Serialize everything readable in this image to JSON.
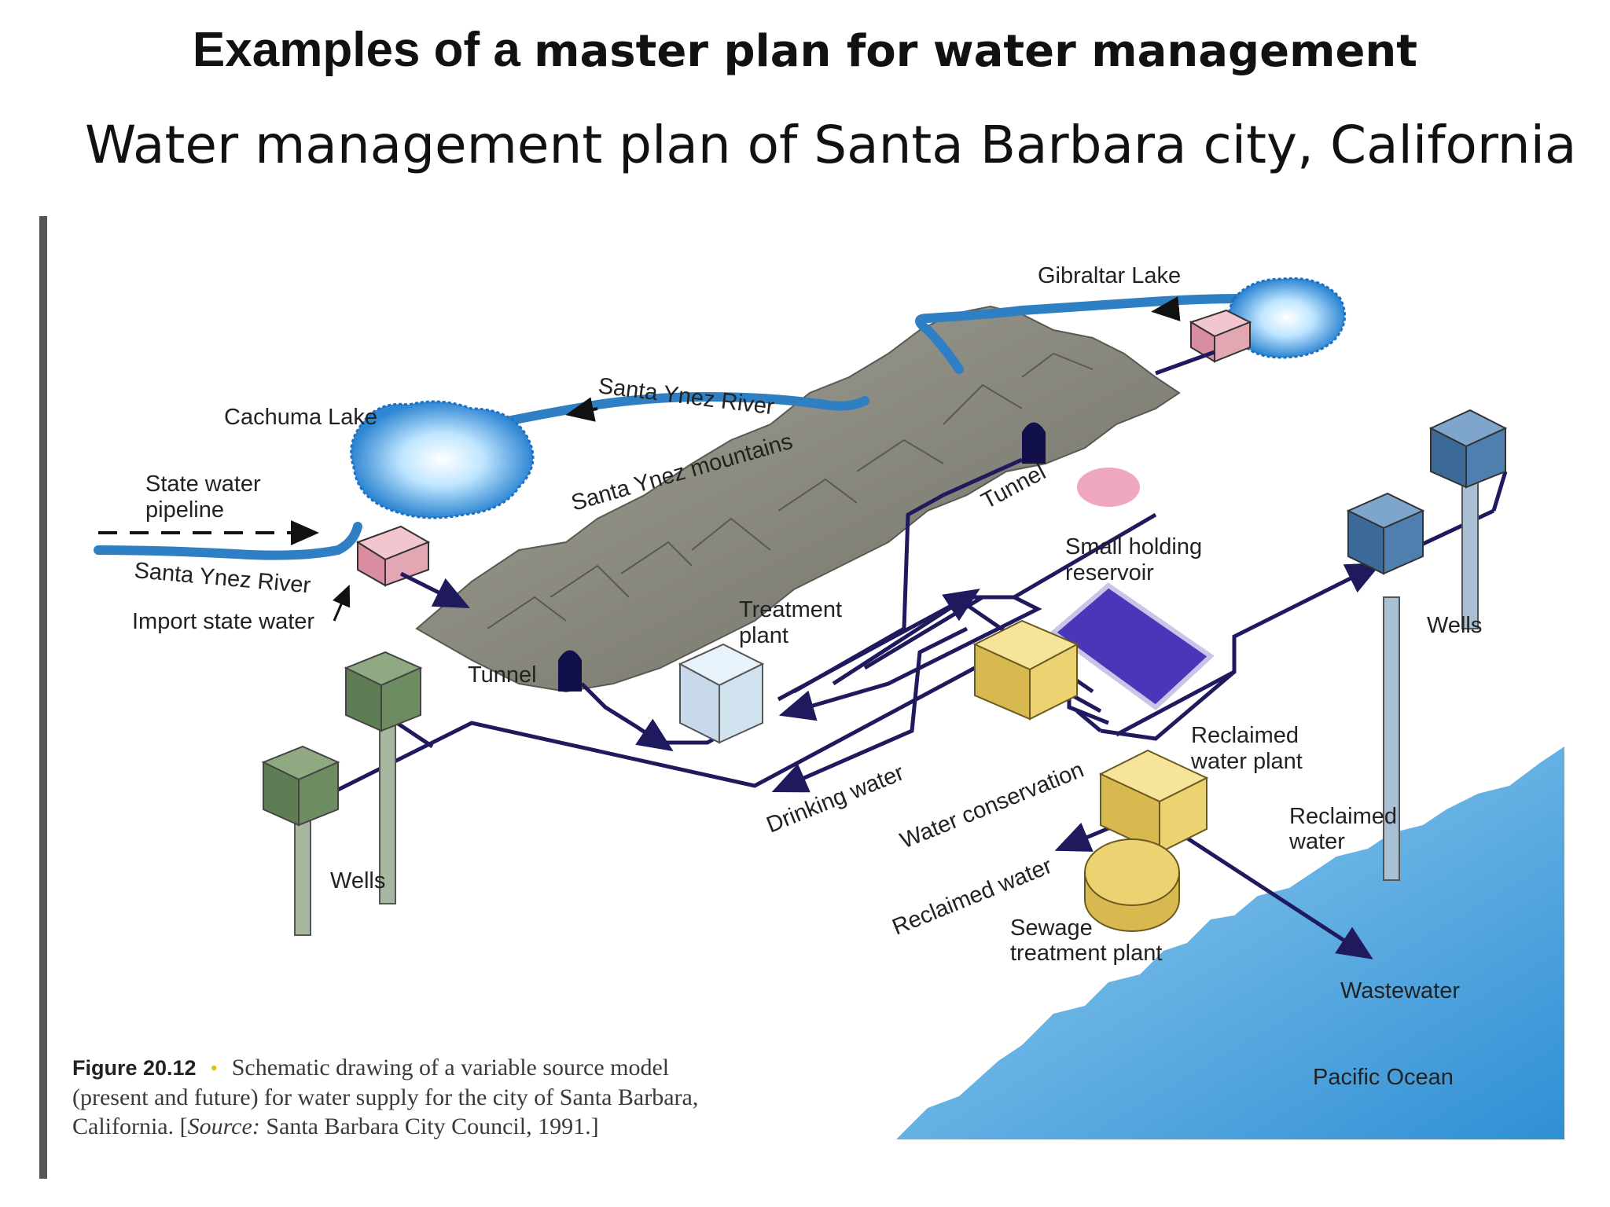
{
  "title": {
    "part1": "Examples of a",
    "part2": "master plan for water management"
  },
  "subtitle": "Water management  plan of Santa Barbara city, California",
  "labels": {
    "gibraltar_lake": "Gibraltar Lake",
    "cachuma_lake": "Cachuma Lake",
    "santa_ynez_river_top": "Santa Ynez River",
    "santa_ynez_mountains": "Santa Ynez mountains",
    "state_water_pipeline_1": "State water",
    "state_water_pipeline_2": "pipeline",
    "santa_ynez_river_left": "Santa Ynez River",
    "import_state_water": "Import state water",
    "tunnel_left": "Tunnel",
    "tunnel_right": "Tunnel",
    "treatment_plant_1": "Treatment",
    "treatment_plant_2": "plant",
    "small_holding_reservoir_1": "Small holding",
    "small_holding_reservoir_2": "reservoir",
    "wells_right": "Wells",
    "wells_left": "Wells",
    "drinking_water": "Drinking water",
    "water_conservation": "Water conservation",
    "reclaimed_water_plant_1": "Reclaimed",
    "reclaimed_water_plant_2": "water plant",
    "reclaimed_water_right_1": "Reclaimed",
    "reclaimed_water_right_2": "water",
    "reclaimed_water_arrow": "Reclaimed water",
    "sewage_treatment_plant_1": "Sewage",
    "sewage_treatment_plant_2": "treatment plant",
    "wastewater": "Wastewater",
    "pacific_ocean": "Pacific Ocean"
  },
  "caption": {
    "figure": "Figure 20.12",
    "text_1": "Schematic drawing of a variable source model",
    "text_2": "(present and future) for water supply for the city of Santa Barbara,",
    "text_3_prefix": "California. [",
    "source_label": "Source:",
    "text_3_suffix": " Santa Barbara City Council, 1991.]"
  },
  "colors": {
    "pipe": "#1f1a5e",
    "river": "#3a86c8",
    "mountain": "#8f8e83",
    "ocean": "#5fb0e4",
    "treatment_box": "#d2e3f0",
    "reservoir_box": "#ecd270",
    "reservoir_pool": "#4a36b8",
    "pump_box": "#e3a7b4",
    "well_green": "#6e8c62",
    "well_blue": "#4e7fae"
  }
}
